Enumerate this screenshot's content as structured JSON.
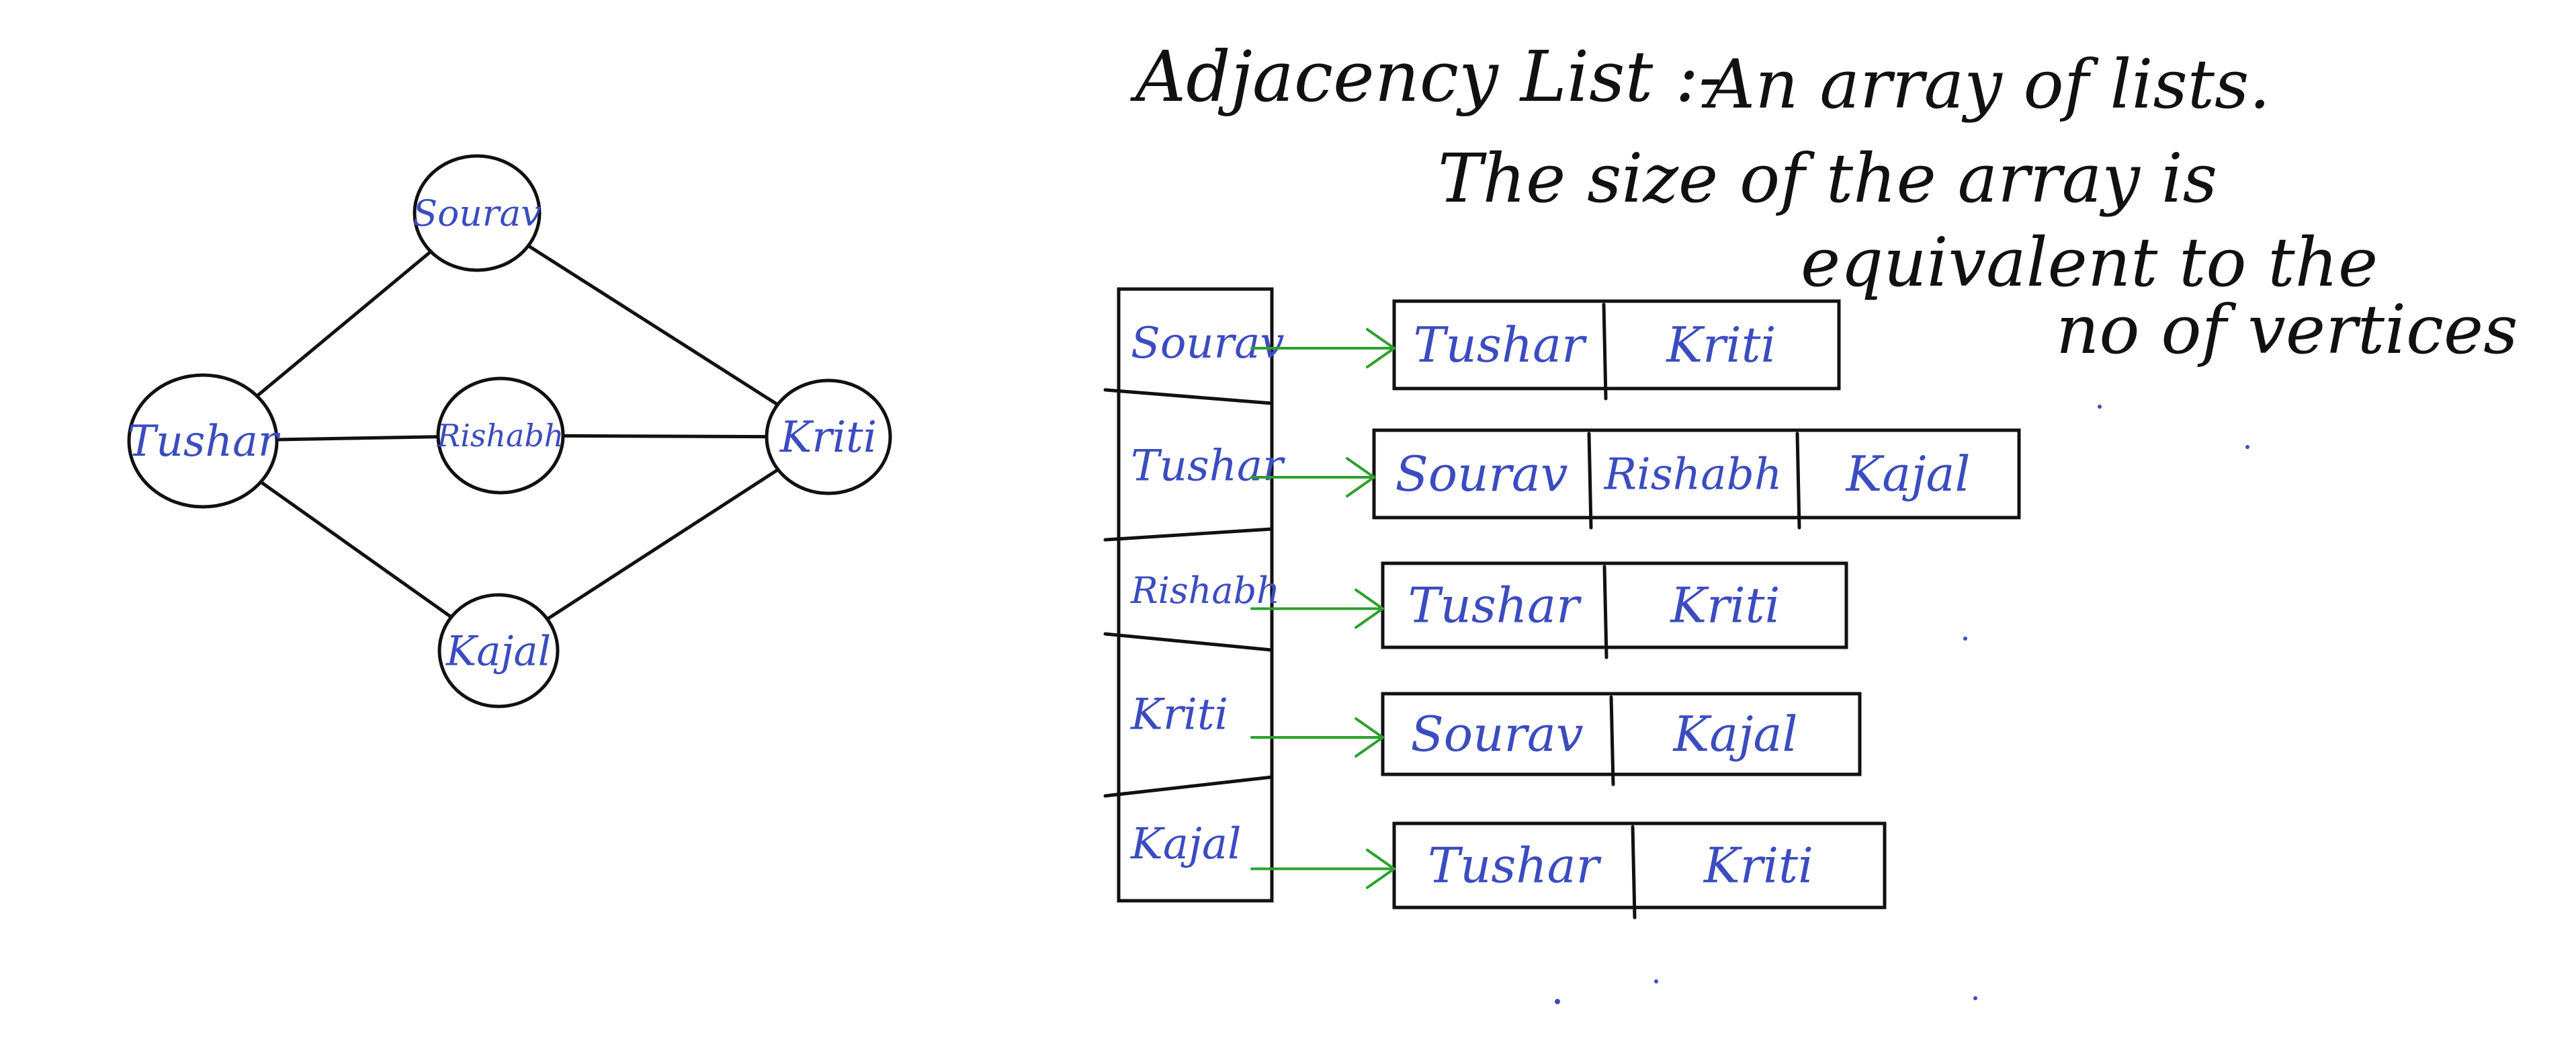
{
  "colors": {
    "ink": "#111111",
    "pen_blue": "#3b4cc0",
    "arrow_green": "#2ca02c",
    "background": "#ffffff"
  },
  "note": {
    "title": "Adjacency List :-",
    "line1": "An array of lists.",
    "line2": "The size of the array is",
    "line3": "equivalent to the",
    "line4": "no of vertices"
  },
  "graph": {
    "vertices": [
      {
        "id": "sourav",
        "label": "Sourav"
      },
      {
        "id": "tushar",
        "label": "Tushar"
      },
      {
        "id": "rishabh",
        "label": "Rishabh"
      },
      {
        "id": "kriti",
        "label": "Kriti"
      },
      {
        "id": "kajal",
        "label": "Kajal"
      }
    ],
    "edges": [
      [
        "tushar",
        "sourav"
      ],
      [
        "sourav",
        "kriti"
      ],
      [
        "tushar",
        "rishabh"
      ],
      [
        "rishabh",
        "kriti"
      ],
      [
        "tushar",
        "kajal"
      ],
      [
        "kajal",
        "kriti"
      ]
    ]
  },
  "adjacency_list": {
    "rows": [
      {
        "vertex": "Sourav",
        "neighbors": [
          "Tushar",
          "Kriti"
        ]
      },
      {
        "vertex": "Tushar",
        "neighbors": [
          "Sourav",
          "Rishabh",
          "Kajal"
        ]
      },
      {
        "vertex": "Rishabh",
        "neighbors": [
          "Tushar",
          "Kriti"
        ]
      },
      {
        "vertex": "Kriti",
        "neighbors": [
          "Sourav",
          "Kajal"
        ]
      },
      {
        "vertex": "Kajal",
        "neighbors": [
          "Tushar",
          "Kriti"
        ]
      }
    ]
  }
}
